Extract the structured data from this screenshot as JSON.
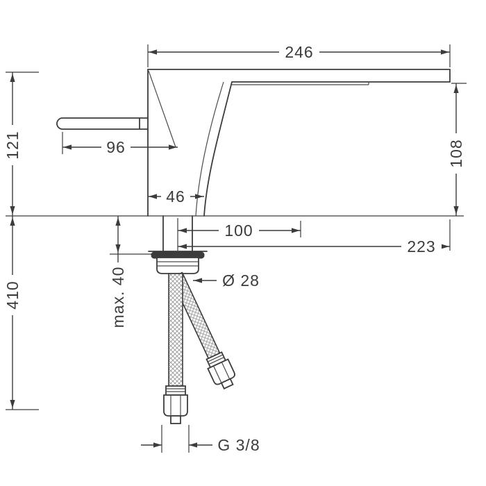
{
  "page": {
    "background": "#ffffff"
  },
  "drawing": {
    "type": "technical-dimension-drawing",
    "subject": "single-lever basin mixer, side elevation with mounting hoses",
    "colors": {
      "line": "#3c3c3c",
      "braid": "#999999",
      "background": "#ffffff"
    },
    "dims": {
      "plate_width": "246",
      "height_above_deck": "121",
      "handle_reach": "96",
      "body_depth": "46",
      "spout_underside_height": "108",
      "outlet_offset": "100",
      "plate_reach": "223",
      "shank_diameter": "Ø 28",
      "max_deck_thickness": "max. 40",
      "hose_length": "410",
      "thread_size": "G 3/8"
    }
  }
}
